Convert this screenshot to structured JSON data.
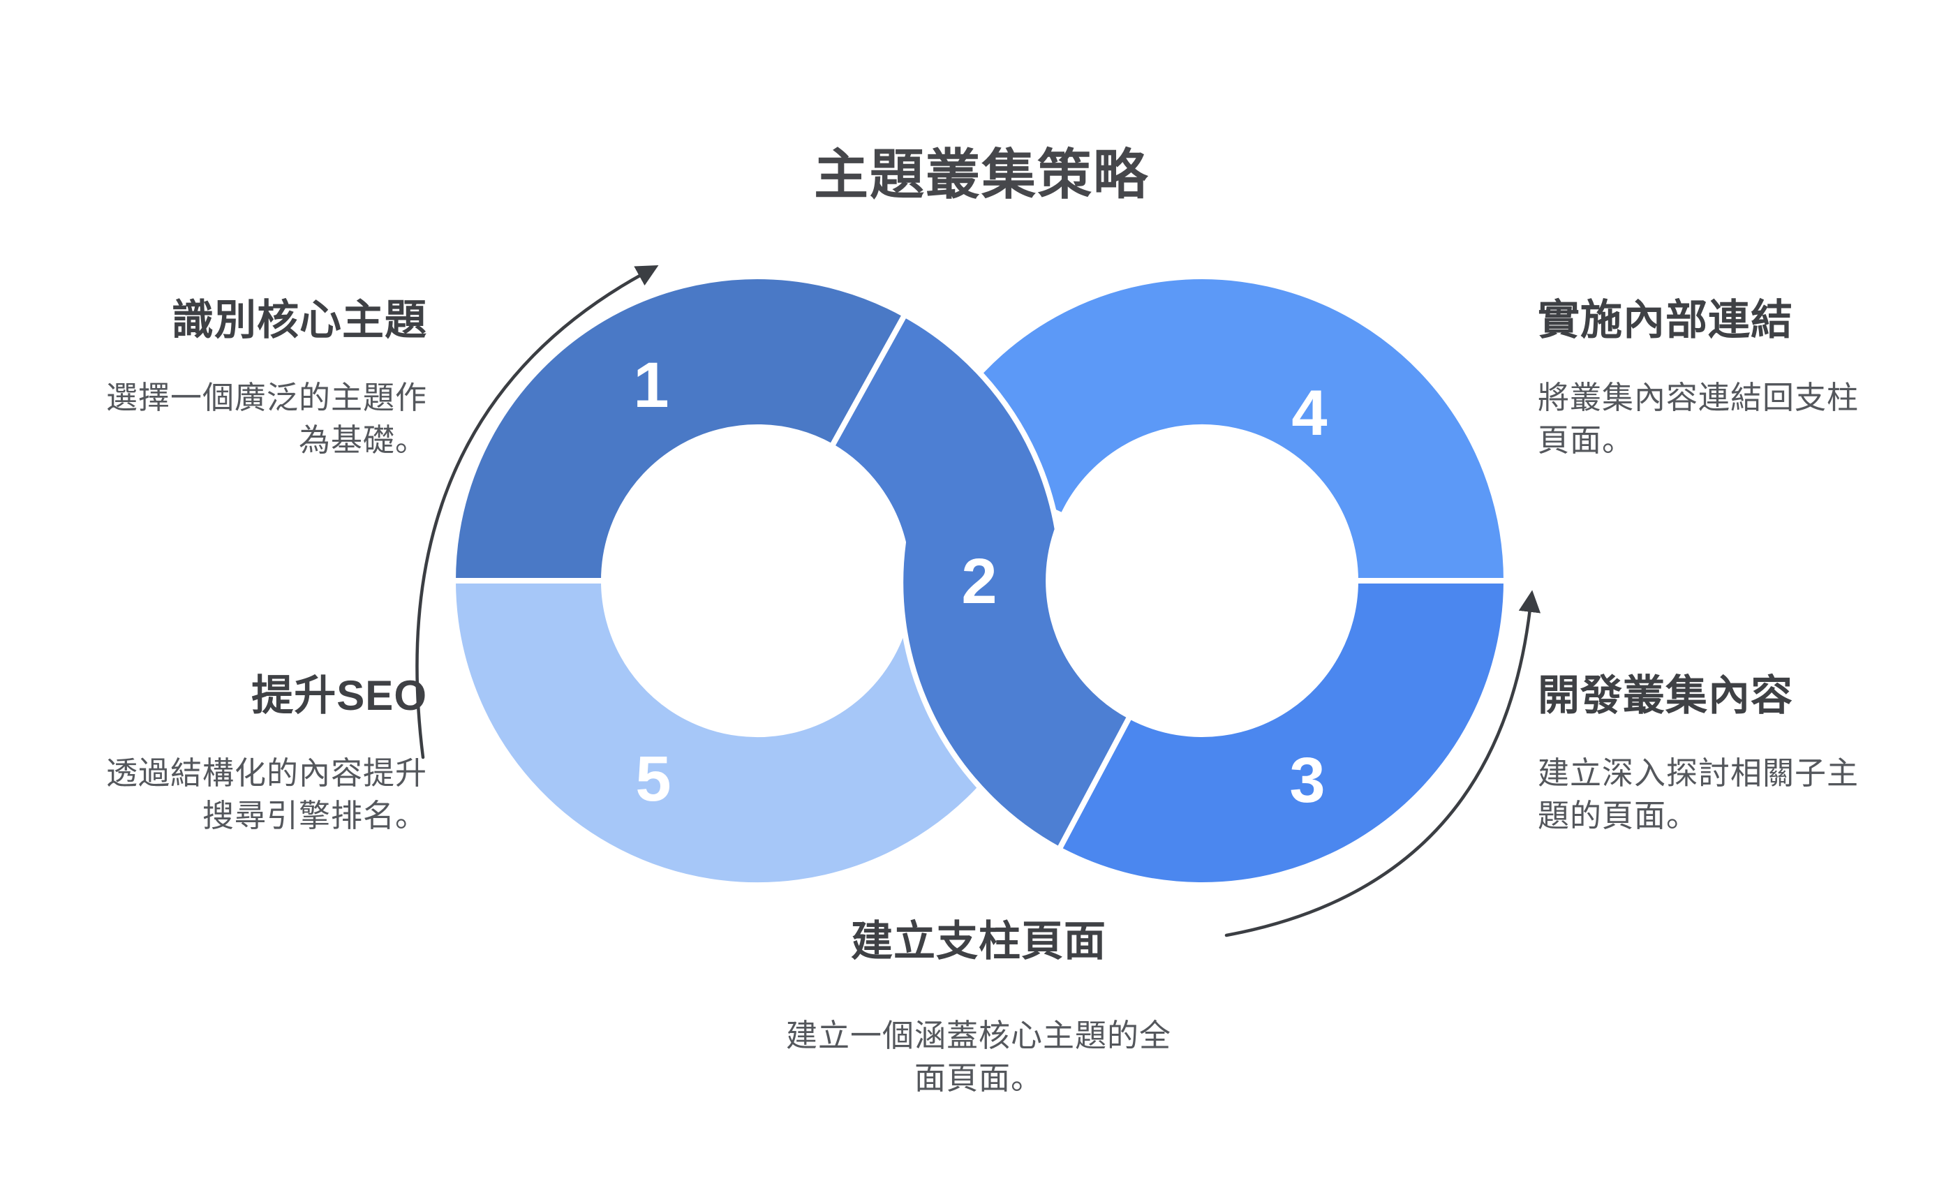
{
  "title": "主題叢集策略",
  "steps": [
    {
      "number": "1",
      "heading": "識別核心主題",
      "body": "選擇一個廣泛的主題作為基礎。"
    },
    {
      "number": "2",
      "heading": "建立支柱頁面",
      "body": "建立一個涵蓋核心主題的全面頁面。"
    },
    {
      "number": "3",
      "heading": "開發叢集內容",
      "body": "建立深入探討相關子主題的頁面。"
    },
    {
      "number": "4",
      "heading": "實施內部連結",
      "body": "將叢集內容連結回支柱頁面。"
    },
    {
      "number": "5",
      "heading": "提升SEO",
      "body": "透過結構化的內容提升搜尋引擎排名。"
    }
  ],
  "colors": {
    "segment1": "#4a79c6",
    "segment2": "#4d7fd3",
    "segment3": "#4b87ef",
    "segment4": "#5c99f7",
    "segment5": "#a6c7f8",
    "arrow": "#3b3e43"
  }
}
